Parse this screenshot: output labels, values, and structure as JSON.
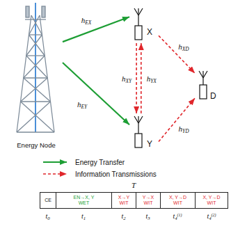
{
  "diagram": {
    "nodes": [
      {
        "text": [
          "Energy Node"
        ]
      },
      {
        "text": [
          "X"
        ]
      },
      {
        "text": [
          "Y"
        ]
      },
      {
        "text": [
          "D"
        ]
      },
      {
        "text": [
          "CE"
        ]
      },
      {
        "text": [
          "EN→X, Y",
          "WET"
        ]
      },
      {
        "text": [
          "X→Y",
          "WIT"
        ]
      },
      {
        "text": [
          "Y→X",
          "WIT"
        ]
      },
      {
        "text": [
          "X, Y→D",
          "WIT"
        ]
      },
      {
        "text": [
          "X, Y→D",
          "WIT"
        ]
      }
    ],
    "edges": [
      {
        "from": 0,
        "to": 1,
        "arrow": "to",
        "label": "hEX"
      },
      {
        "from": 0,
        "to": 2,
        "arrow": "to",
        "label": "hEY"
      },
      {
        "from": 1,
        "to": 2,
        "arrow": "to",
        "label": "hXY"
      },
      {
        "from": 2,
        "to": 1,
        "arrow": "to",
        "label": "hYX"
      },
      {
        "from": 1,
        "to": 3,
        "arrow": "to",
        "label": "hXD"
      },
      {
        "from": 2,
        "to": 3,
        "arrow": "to",
        "label": "hYD"
      }
    ],
    "labels": [
      "T",
      "t0",
      "t1",
      "t2",
      "t3",
      "t4(1)",
      "t4(2)"
    ],
    "legend": [
      {
        "text": "Energy Transfer"
      },
      {
        "text": "Information Transmissions"
      }
    ]
  }
}
